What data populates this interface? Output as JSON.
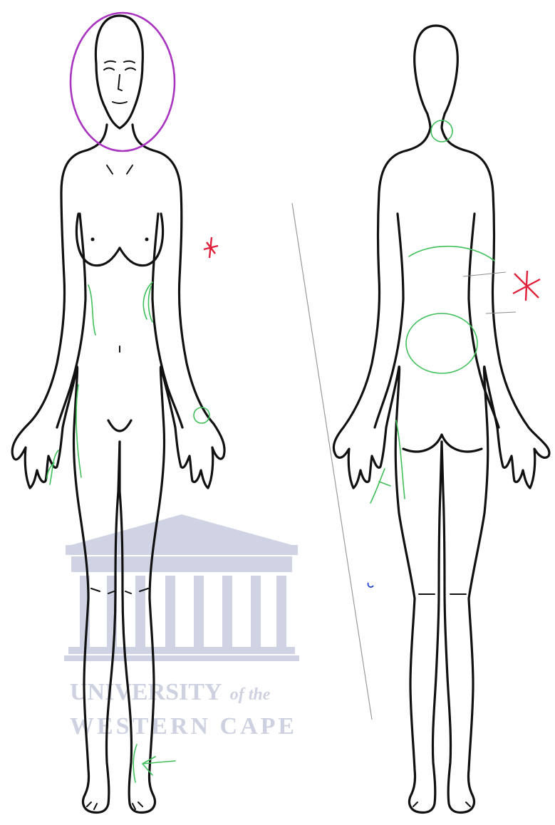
{
  "watermark": {
    "line1_main": "UNIVERSITY",
    "line1_suffix": "of the",
    "line2": "WESTERN CAPE",
    "color": "#cdd1e0"
  },
  "annotations": {
    "head_circle_color": "#a834c0",
    "green_marks_color": "#3fbf5a",
    "red_mark_color": "#e0203a",
    "blue_mark_color": "#2040d0"
  },
  "figures": [
    "front-view",
    "back-view"
  ]
}
